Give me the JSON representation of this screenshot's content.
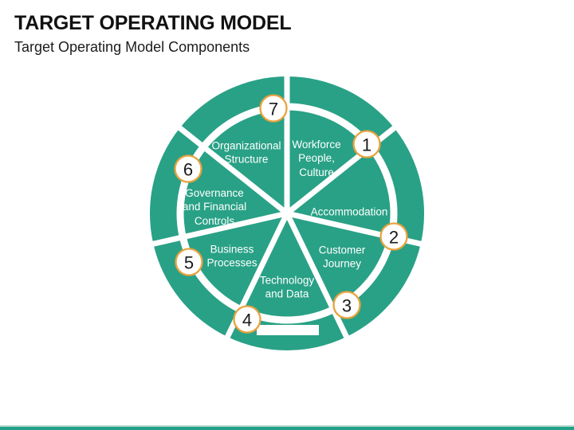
{
  "slide": {
    "title": "TARGET OPERATING MODEL",
    "subtitle": "Target Operating Model Components"
  },
  "colors": {
    "teal": "#29a186",
    "ring_white": "#ffffff",
    "badge_fill": "#ffffff",
    "badge_border": "#e8a33d",
    "badge_number_text": "#1a1a1a",
    "label_text": "#ffffff",
    "footer_bar": "#21a185"
  },
  "diagram": {
    "type": "circular-7-segment-wheel",
    "segments": [
      {
        "number": "1",
        "label": "Workforce People, Culture",
        "label_lines": [
          "Workforce",
          "People,",
          "Culture"
        ]
      },
      {
        "number": "2",
        "label": "Accommodation",
        "label_lines": [
          "Accommodation"
        ]
      },
      {
        "number": "3",
        "label": "Customer Journey",
        "label_lines": [
          "Customer",
          "Journey"
        ]
      },
      {
        "number": "4",
        "label": "Technology and Data",
        "label_lines": [
          "Technology",
          "and Data"
        ]
      },
      {
        "number": "5",
        "label": "Business Processes",
        "label_lines": [
          "Business",
          "Processes"
        ]
      },
      {
        "number": "6",
        "label": "Governance and Financial Controls",
        "label_lines": [
          "Governance",
          "and Financial",
          "Controls"
        ]
      },
      {
        "number": "7",
        "label": "Organizational Structure",
        "label_lines": [
          "Organizational",
          "Structure"
        ]
      }
    ]
  }
}
